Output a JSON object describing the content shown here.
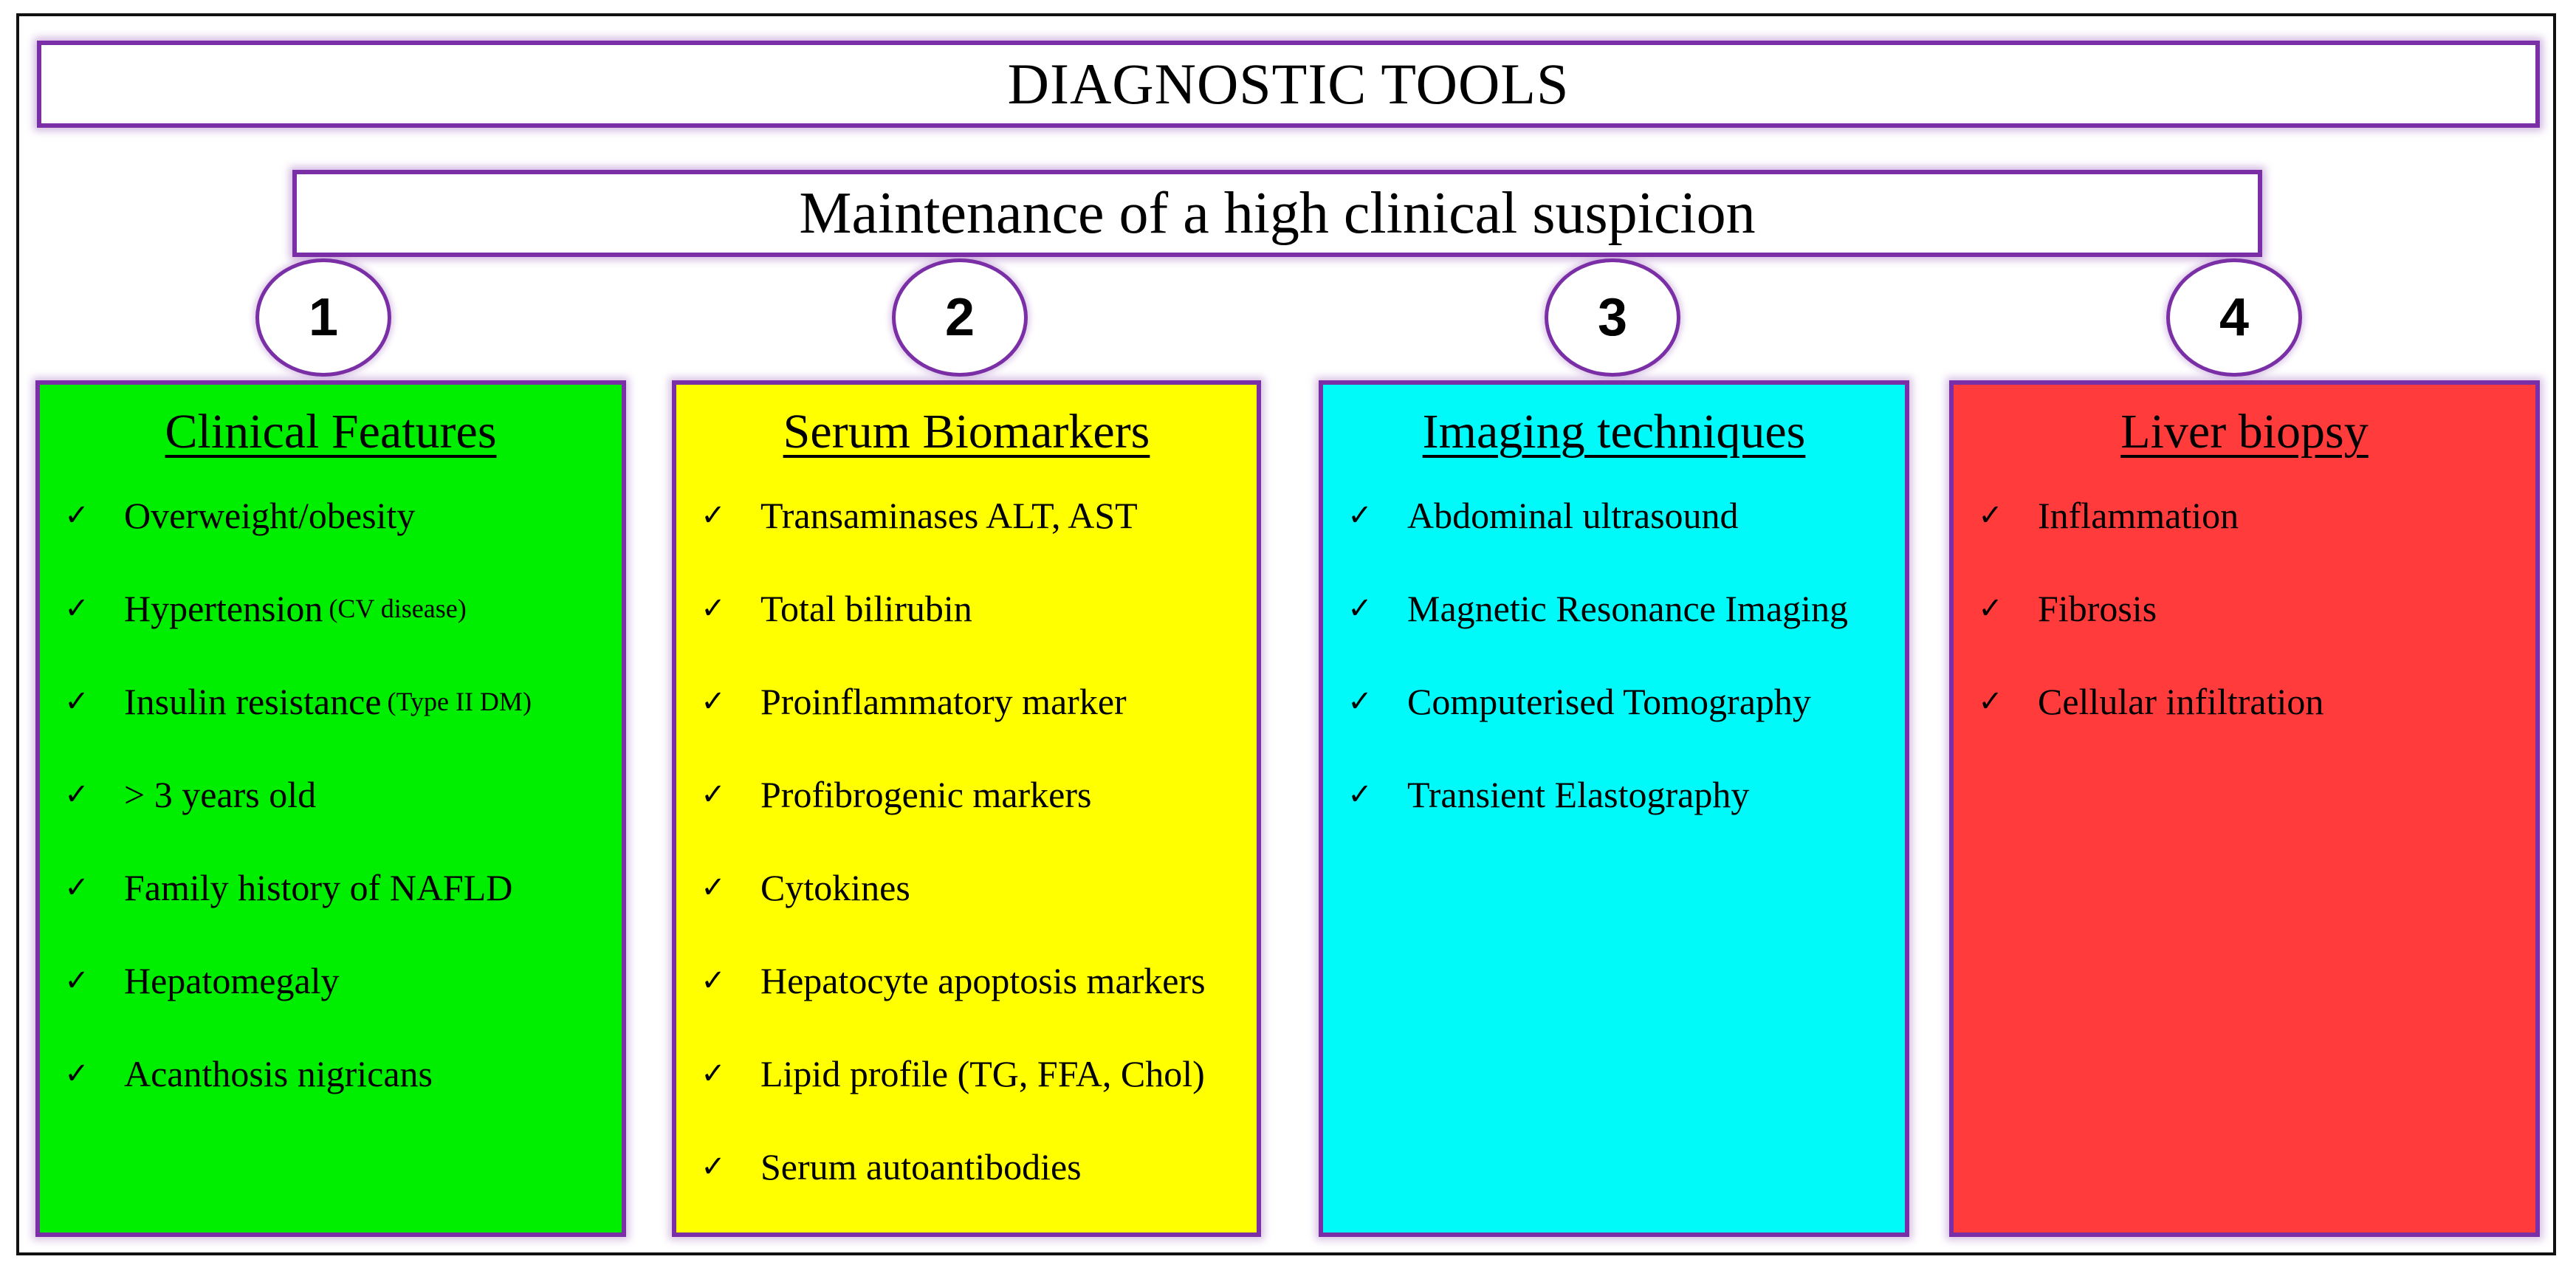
{
  "title": "DIAGNOSTIC TOOLS",
  "subtitle": "Maintenance of a high clinical suspicion",
  "colors": {
    "border": "#7b2fa6",
    "col1": "#00ee00",
    "col2": "#ffff00",
    "col3": "#00fafa",
    "col4": "#ff3b3b"
  },
  "icons": {
    "check": "✓"
  },
  "columns": [
    {
      "number": "1",
      "heading": "Clinical Features",
      "items": [
        {
          "text": "Overweight/obesity",
          "note": ""
        },
        {
          "text": "Hypertension",
          "note": "(CV disease)"
        },
        {
          "text": "Insulin resistance",
          "note": "(Type II DM)"
        },
        {
          "text": "> 3 years old",
          "note": ""
        },
        {
          "text": "Family history of NAFLD",
          "note": ""
        },
        {
          "text": "Hepatomegaly",
          "note": ""
        },
        {
          "text": "Acanthosis nigricans",
          "note": ""
        }
      ]
    },
    {
      "number": "2",
      "heading": "Serum Biomarkers",
      "items": [
        {
          "text": "Transaminases ALT, AST",
          "note": ""
        },
        {
          "text": "Total bilirubin",
          "note": ""
        },
        {
          "text": "Proinflammatory marker",
          "note": ""
        },
        {
          "text": "Profibrogenic markers",
          "note": ""
        },
        {
          "text": "Cytokines",
          "note": ""
        },
        {
          "text": "Hepatocyte apoptosis markers",
          "note": ""
        },
        {
          "text": "Lipid profile (TG, FFA, Chol)",
          "note": ""
        },
        {
          "text": "Serum autoantibodies",
          "note": ""
        }
      ]
    },
    {
      "number": "3",
      "heading": "Imaging techniques",
      "items": [
        {
          "text": "Abdominal ultrasound",
          "note": ""
        },
        {
          "text": "Magnetic Resonance Imaging",
          "note": ""
        },
        {
          "text": "Computerised Tomography",
          "note": ""
        },
        {
          "text": "Transient Elastography",
          "note": ""
        }
      ]
    },
    {
      "number": "4",
      "heading": "Liver biopsy",
      "items": [
        {
          "text": "Inflammation",
          "note": ""
        },
        {
          "text": "Fibrosis",
          "note": ""
        },
        {
          "text": "Cellular infiltration",
          "note": ""
        }
      ]
    }
  ]
}
